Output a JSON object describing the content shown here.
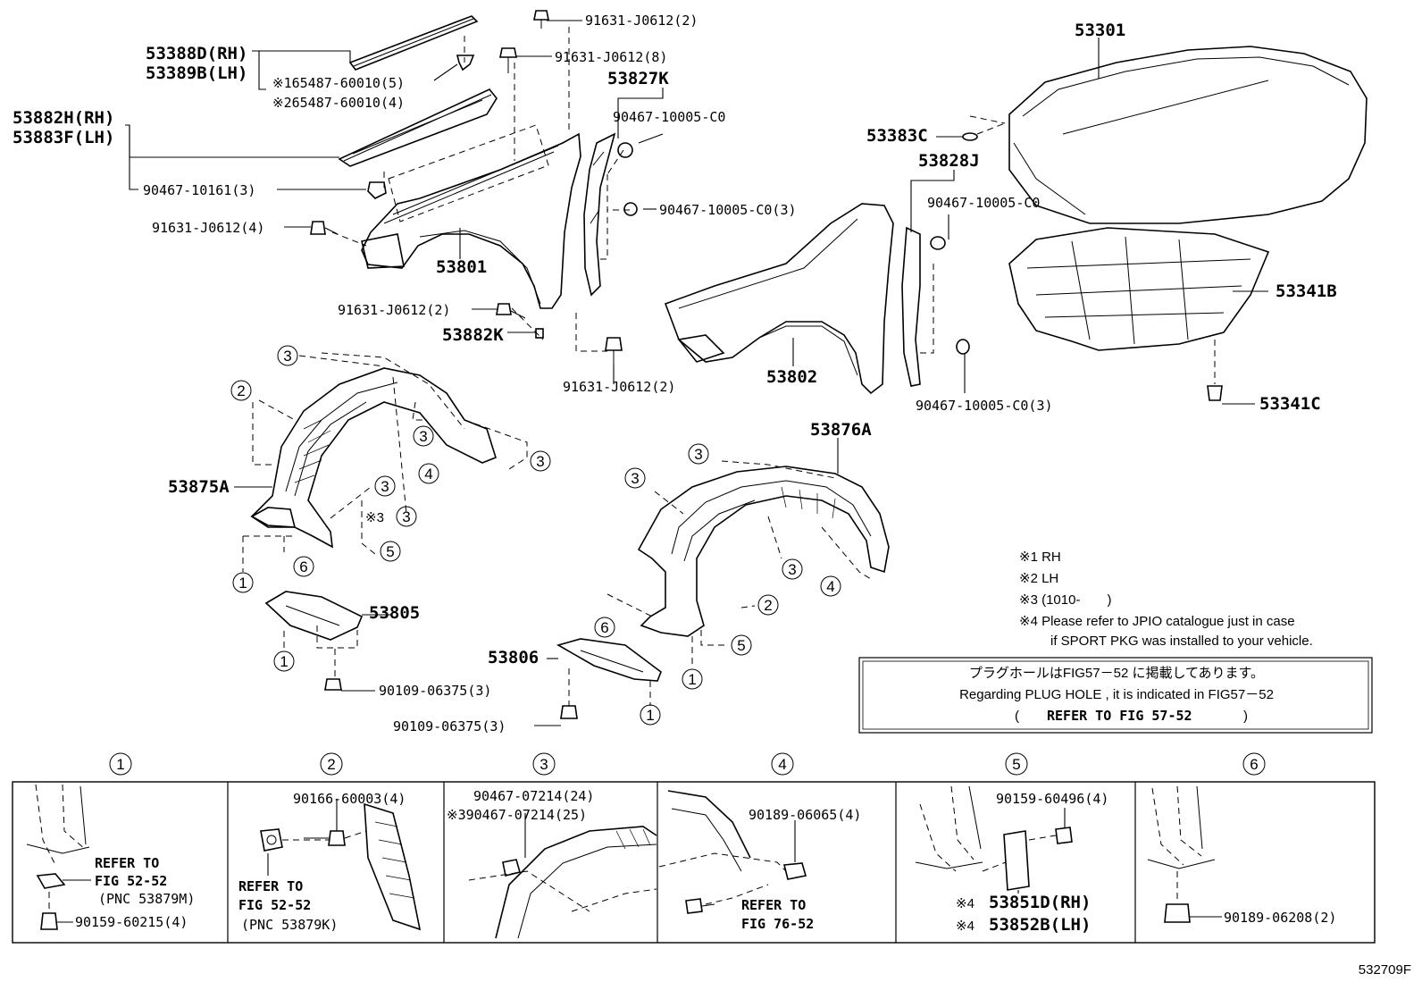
{
  "callouts": {
    "p53388D": "53388D(RH)",
    "p53389B": "53389B(LH)",
    "p65487_1": "※165487-60010(5)",
    "p65487_2": "※265487-60010(4)",
    "p53882H": "53882H(RH)",
    "p53883F": "53883F(LH)",
    "p90467_10161": "90467-10161(3)",
    "p91631_top2": "91631-J0612(2)",
    "p91631_8": "91631-J0612(8)",
    "p53827K": "53827K",
    "p90467_c0_a": "90467-10005-C0",
    "p90467_c0_3a": "90467-10005-C0(3)",
    "p91631_4": "91631-J0612(4)",
    "p53801": "53801",
    "p91631_mid2": "91631-J0612(2)",
    "p53882K": "53882K",
    "p91631_low2": "91631-J0612(2)",
    "p53301": "53301",
    "p53383C": "53383C",
    "p53828J": "53828J",
    "p90467_c0_b": "90467-10005-C0",
    "p53341B": "53341B",
    "p53802": "53802",
    "p90467_c0_3b": "90467-10005-C0(3)",
    "p53341C": "53341C",
    "p53875A": "53875A",
    "p53876A": "53876A",
    "p53805": "53805",
    "p90109_a": "90109-06375(3)",
    "p53806": "53806",
    "p90109_b": "90109-06375(3)",
    "x3": "※3"
  },
  "circle_refs": [
    "1",
    "2",
    "3",
    "4",
    "5",
    "6"
  ],
  "notes": {
    "n1": "※1 RH",
    "n2": "※2 LH",
    "n3": "※3 (1010-　　)",
    "n4a": "※4 Please refer to JPIO catalogue just in case",
    "n4b": "if SPORT PKG was installed to your vehicle."
  },
  "plug_box": {
    "jp": "プラグホールはFIG57－52 に掲載してあります。",
    "en": "Regarding PLUG HOLE , it is indicated in FIG57－52",
    "ref_open": "(",
    "ref": "REFER TO FIG 57-52",
    "ref_close": ")"
  },
  "detail_panels": [
    {
      "id": "1",
      "labels": [
        "REFER TO",
        "FIG 52-52",
        "(PNC 53879M)",
        "90159-60215(4)"
      ]
    },
    {
      "id": "2",
      "labels": [
        "90166-60003(4)",
        "REFER TO",
        "FIG 52-52",
        "(PNC 53879K)"
      ]
    },
    {
      "id": "3",
      "labels": [
        "90467-07214(24)",
        "※390467-07214(25)"
      ]
    },
    {
      "id": "4",
      "labels": [
        "90189-06065(4)",
        "REFER TO",
        "FIG 76-52"
      ]
    },
    {
      "id": "5",
      "labels": [
        "90159-60496(4)",
        "※4",
        "53851D(RH)",
        "※4",
        "53852B(LH)"
      ]
    },
    {
      "id": "6",
      "labels": [
        "90189-06208(2)"
      ]
    }
  ],
  "figure_id": "532709F"
}
